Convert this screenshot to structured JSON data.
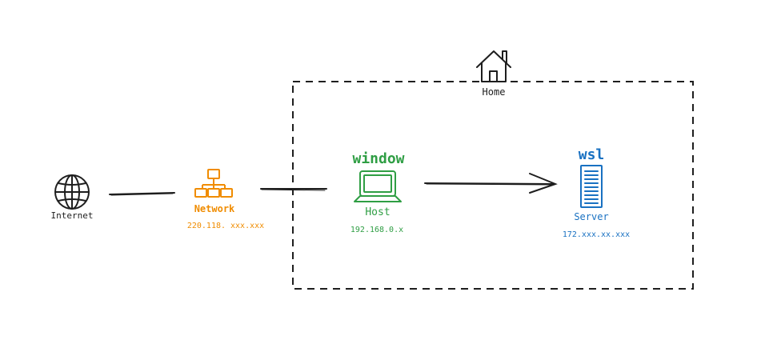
{
  "colors": {
    "ink": "#1e1e1e",
    "network": "#f08c00",
    "host": "#2f9e44",
    "server": "#1971c2",
    "background": "#ffffff"
  },
  "nodes": {
    "internet": {
      "label": "Internet",
      "icon": "globe-icon"
    },
    "network": {
      "label": "Network",
      "ip": "220.118. xxx.xxx",
      "icon": "network-hierarchy-icon"
    },
    "host": {
      "title": "window",
      "label": "Host",
      "ip": "192.168.0.x",
      "icon": "laptop-icon"
    },
    "server": {
      "title": "wsl",
      "label": "Server",
      "ip": "172.xxx.xx.xxx",
      "icon": "server-tower-icon"
    }
  },
  "group": {
    "label": "Home",
    "icon": "house-icon"
  }
}
